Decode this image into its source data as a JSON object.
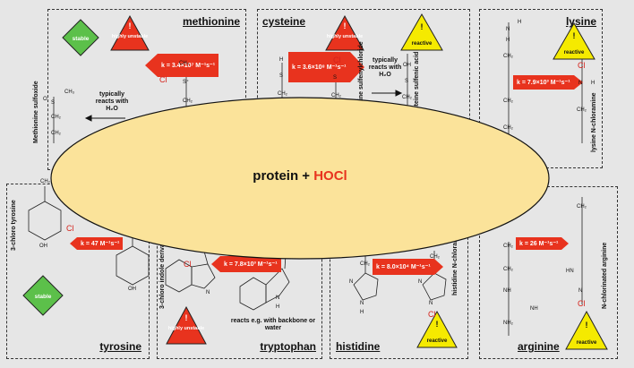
{
  "center": {
    "label_prefix": "protein + ",
    "label_oxidant": "HOCl"
  },
  "panels": {
    "methionine": {
      "title": "methionine",
      "rate": "k = 3.4×10⁷ M⁻¹s⁻¹",
      "note": "typically reacts with H₂O",
      "product": "Methionine sulfoxide",
      "badges": [
        "stable",
        "highly unstable"
      ]
    },
    "cysteine": {
      "title": "cysteine",
      "rate": "k = 3.6×10⁸ M⁻¹s⁻¹",
      "note": "typically reacts with H₂O",
      "intermediate": "cysteine sulfenylchloride",
      "product": "cysteine sulfenic acid",
      "badges": [
        "highly unstable",
        "reactive"
      ]
    },
    "lysine": {
      "title": "lysine",
      "rate": "k = 7.9×10³ M⁻¹s⁻¹",
      "product": "lysine N-chloramine",
      "badges": [
        "reactive"
      ]
    },
    "tyrosine": {
      "title": "tyrosine",
      "rate": "k = 47 M⁻¹s⁻¹",
      "product": "3-chloro tyrosine",
      "badges": [
        "stable"
      ]
    },
    "tryptophan": {
      "title": "tryptophan",
      "rate": "k = 7.8×10³ M⁻¹s⁻¹",
      "note": "reacts e.g. with backbone or water",
      "product": "3-chloro indole derivative",
      "badges": [
        "highly unstable"
      ]
    },
    "histidine": {
      "title": "histidine",
      "rate": "k = 8.0×10⁴ M⁻¹s⁻¹",
      "product": "histidine N-chloramine",
      "badges": [
        "reactive"
      ]
    },
    "arginine": {
      "title": "arginine",
      "rate": "k = 26 M⁻¹s⁻¹",
      "product": "N-chlorinated arginine",
      "badges": [
        "reactive"
      ]
    }
  },
  "atoms": {
    "cl": "Cl",
    "s": "S",
    "s_plus": "S⁺",
    "ch2": "CH₂",
    "ch3": "CH₃",
    "oh": "OH",
    "o": "O",
    "n": "N",
    "h": "H",
    "nh": "NH",
    "nh2": "NH₂",
    "hn": "HN"
  },
  "badge_mark": "!",
  "colors": {
    "red": "#e8331e",
    "green": "#5cc04a",
    "yellow": "#f5ea00",
    "ellipse": "#fbe39a",
    "background": "#e6e6e6"
  }
}
